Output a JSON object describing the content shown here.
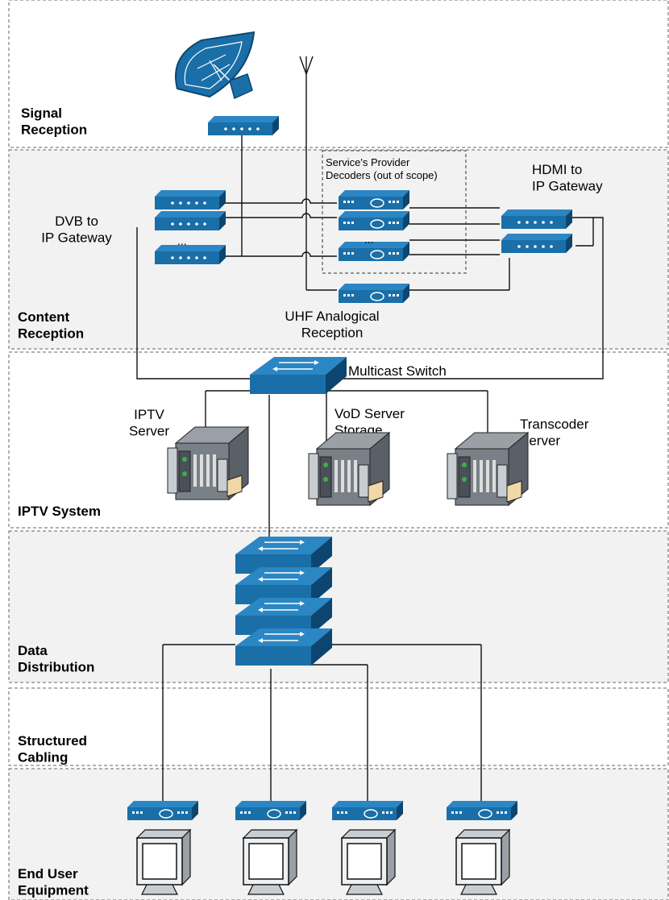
{
  "layers": {
    "signal_reception": "Signal\nReception",
    "content_reception": "Content\nReception",
    "iptv_system": "IPTV System",
    "data_distribution": "Data\nDistribution",
    "structured_cabling": "Structured\nCabling",
    "end_user_equipment": "End User\nEquipment"
  },
  "labels": {
    "dvb_gateway": "DVB to\nIP Gateway",
    "decoders_box": "Service's Provider\nDecoders (out of scope)",
    "hdmi_gateway": "HDMI to\nIP Gateway",
    "uhf_reception": "UHF Analogical\nReception",
    "multicast_switch": "Multicast Switch",
    "iptv_server": "IPTV\nServer",
    "vod_server": "VoD Server\nStorage",
    "transcoder_server": "Transcoder\nServer",
    "ellipsis": "..."
  },
  "colors": {
    "device_blue": "#1a6fa8",
    "device_dark": "#0f4f7e",
    "band_fill": "#f2f2f2",
    "dash_line": "#666666",
    "server_grey": "#7a8088"
  },
  "icons": [
    "satellite-dish-icon",
    "antenna-icon",
    "gateway-box-icon",
    "decoder-icon",
    "switch-icon",
    "server-icon",
    "monitor-icon"
  ]
}
